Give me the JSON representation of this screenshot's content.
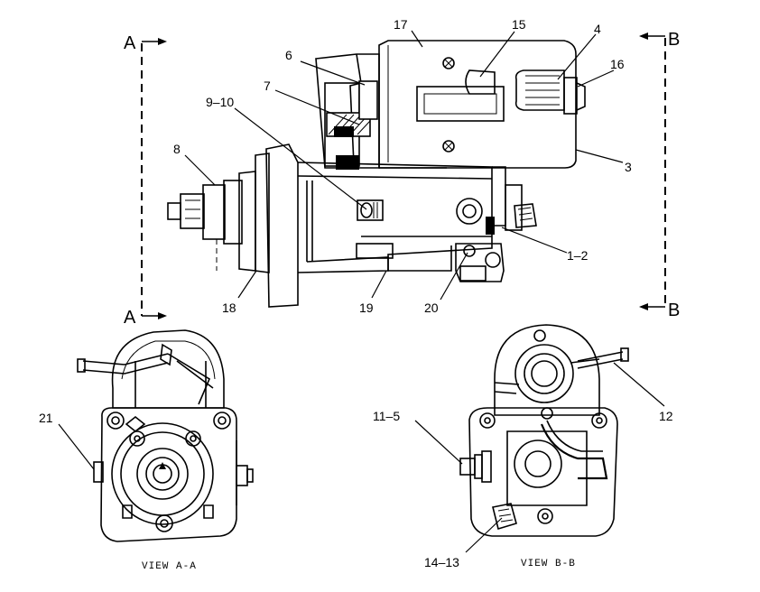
{
  "callouts": {
    "c17": "17",
    "c15": "15",
    "c4": "4",
    "c16": "16",
    "c6": "6",
    "c7": "7",
    "c9_10": "9–10",
    "c8": "8",
    "c3": "3",
    "c1_2": "1–2",
    "c18": "18",
    "c19": "19",
    "c20": "20",
    "c21": "21",
    "c11_5": "11–5",
    "c12": "12",
    "c14_13": "14–13"
  },
  "section_markers": {
    "a_top": "A",
    "a_bottom": "A",
    "b_top": "B",
    "b_bottom": "B"
  },
  "views": {
    "view_a": "VIEW A-A",
    "view_b": "VIEW B-B"
  }
}
